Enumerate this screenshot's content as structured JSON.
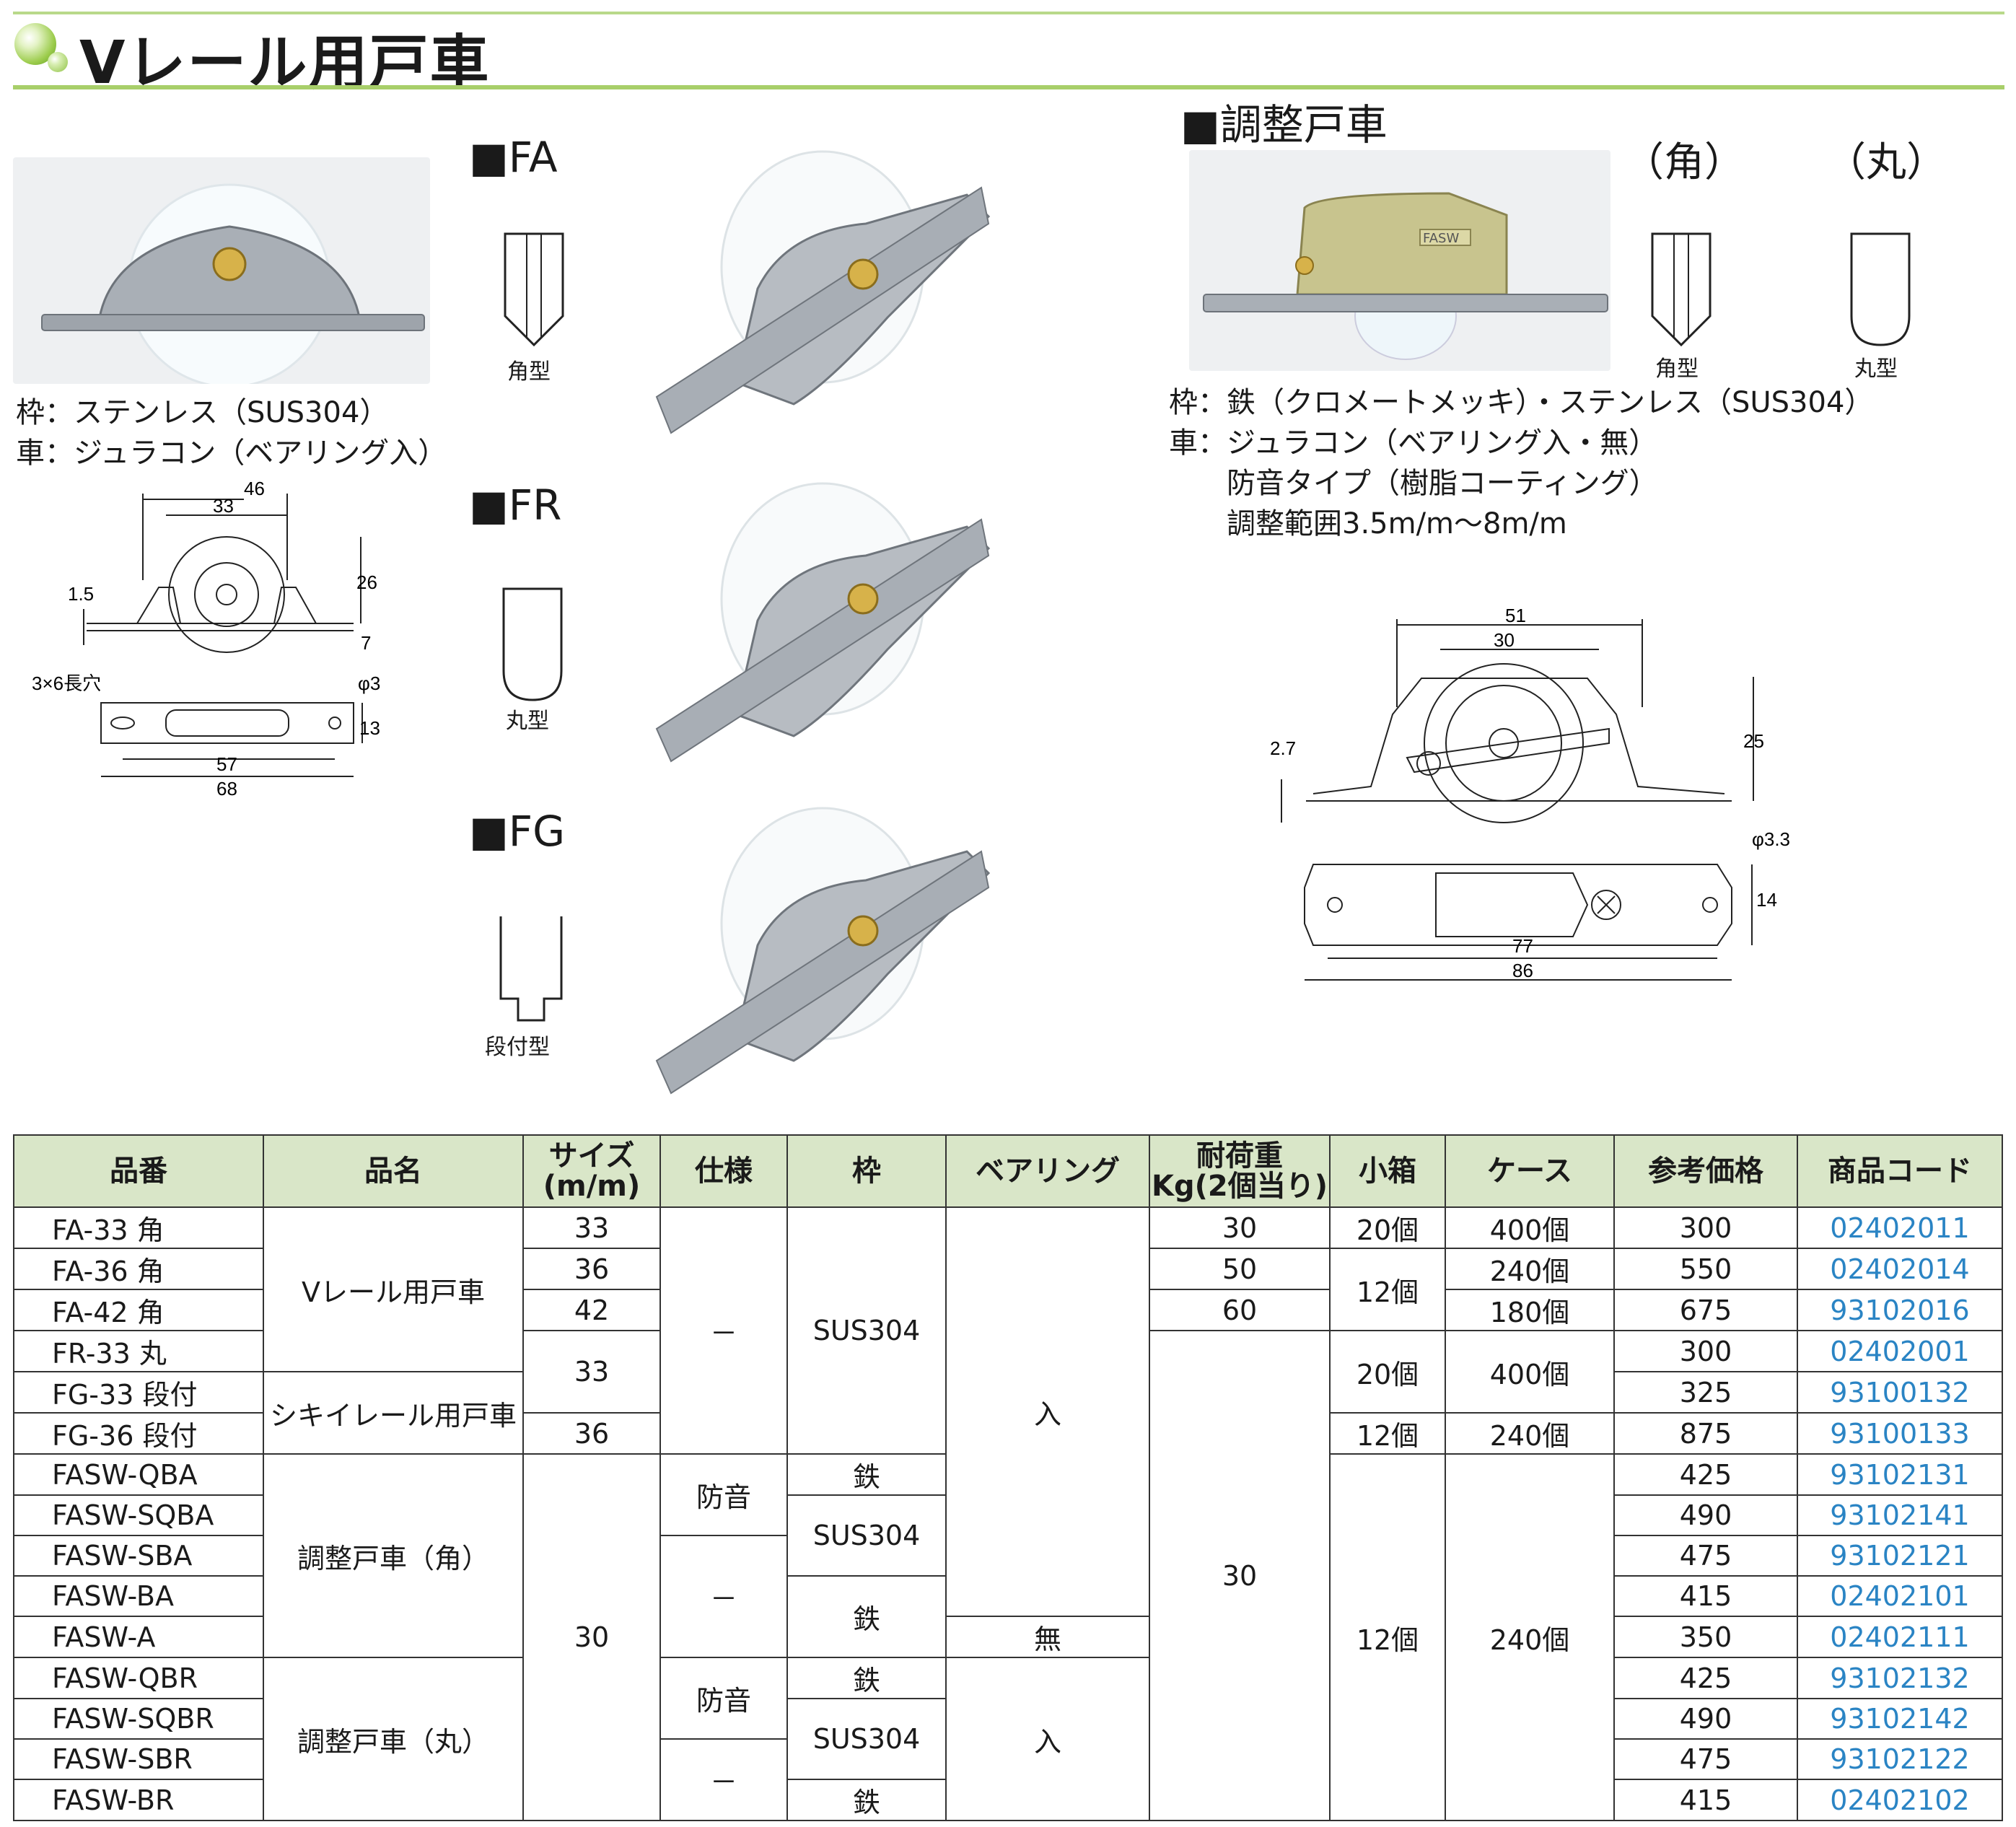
{
  "header": {
    "title": "Vレール用戸車"
  },
  "left": {
    "spec_lines": [
      "枠：ステンレス（SUS304）",
      "車：ジュラコン（ベアリング入）"
    ],
    "dims_front": {
      "d46": "46",
      "d33": "33",
      "d26": "26",
      "d15": "1.5",
      "d7": "7"
    },
    "dims_bottom": {
      "slot": "3×6長穴",
      "hole": "φ3",
      "d13": "13",
      "d57": "57",
      "d68": "68"
    }
  },
  "variants": [
    {
      "label": "■FA",
      "profile": "角型"
    },
    {
      "label": "■FR",
      "profile": "丸型"
    },
    {
      "label": "■FG",
      "profile": "段付型"
    }
  ],
  "adjust": {
    "title": "■調整戸車",
    "kaku": "（角）",
    "maru": "（丸）",
    "kaku_label": "角型",
    "maru_label": "丸型",
    "photo_stamp": "FASW",
    "spec_lines": [
      "枠：鉄（クロメートメッキ）・ステンレス（SUS304）",
      "車：ジュラコン（ベアリング入・無）",
      "防音タイプ（樹脂コーティング）",
      "調整範囲3.5m/m～8m/m"
    ],
    "dims_front": {
      "d51": "51",
      "d30": "30",
      "d25": "25",
      "d27": "2.7"
    },
    "dims_bottom": {
      "hole": "φ3.3",
      "d14": "14",
      "d77": "77",
      "d86": "86"
    }
  },
  "table": {
    "headers": {
      "part": "品番",
      "name": "品名",
      "size1": "サイズ",
      "size2": "(m/m)",
      "spec": "仕様",
      "frame": "枠",
      "bearing": "ベアリング",
      "load1": "耐荷重",
      "load2": "Kg(2個当り)",
      "box": "小箱",
      "case": "ケース",
      "price": "参考価格",
      "code": "商品コード"
    },
    "parts": [
      "FA-33 角",
      "FA-36 角",
      "FA-42 角",
      "FR-33 丸",
      "FG-33 段付",
      "FG-36 段付",
      "FASW-QBA",
      "FASW-SQBA",
      "FASW-SBA",
      "FASW-BA",
      "FASW-A",
      "FASW-QBR",
      "FASW-SQBR",
      "FASW-SBR",
      "FASW-BR"
    ],
    "names": {
      "v": "Vレール用戸車",
      "shiki": "シキイレール用戸車",
      "adj_kaku": "調整戸車（角）",
      "adj_maru": "調整戸車（丸）"
    },
    "sizes": {
      "s33": "33",
      "s36": "36",
      "s42": "42",
      "s33b": "33",
      "s36b": "36",
      "s30": "30"
    },
    "spec_vals": {
      "dash1": "－",
      "bouon1": "防音",
      "dash2": "－",
      "bouon2": "防音",
      "dash3": "－"
    },
    "frames": {
      "sus1": "SUS304",
      "tetsu1": "鉄",
      "sus2": "SUS304",
      "tetsu2": "鉄",
      "tetsu3": "鉄",
      "sus3": "SUS304",
      "tetsu4": "鉄"
    },
    "bearing": {
      "iri1": "入",
      "nashi": "無",
      "iri2": "入"
    },
    "loads": {
      "l30": "30",
      "l50": "50",
      "l60": "60",
      "l30b": "30"
    },
    "boxes": {
      "b20a": "20個",
      "b12a": "12個",
      "b20b": "20個",
      "b12b": "12個",
      "b12c": "12個"
    },
    "cases": {
      "c400a": "400個",
      "c240a": "240個",
      "c180": "180個",
      "c400b": "400個",
      "c240b": "240個",
      "c240c": "240個"
    },
    "prices": [
      "300",
      "550",
      "675",
      "300",
      "325",
      "875",
      "425",
      "490",
      "475",
      "415",
      "350",
      "425",
      "490",
      "475",
      "415"
    ],
    "codes": [
      "02402011",
      "02402014",
      "93102016",
      "02402001",
      "93100132",
      "93100133",
      "93102131",
      "93102141",
      "93102121",
      "02402101",
      "02402111",
      "93102132",
      "93102142",
      "93102122",
      "02402102"
    ]
  }
}
